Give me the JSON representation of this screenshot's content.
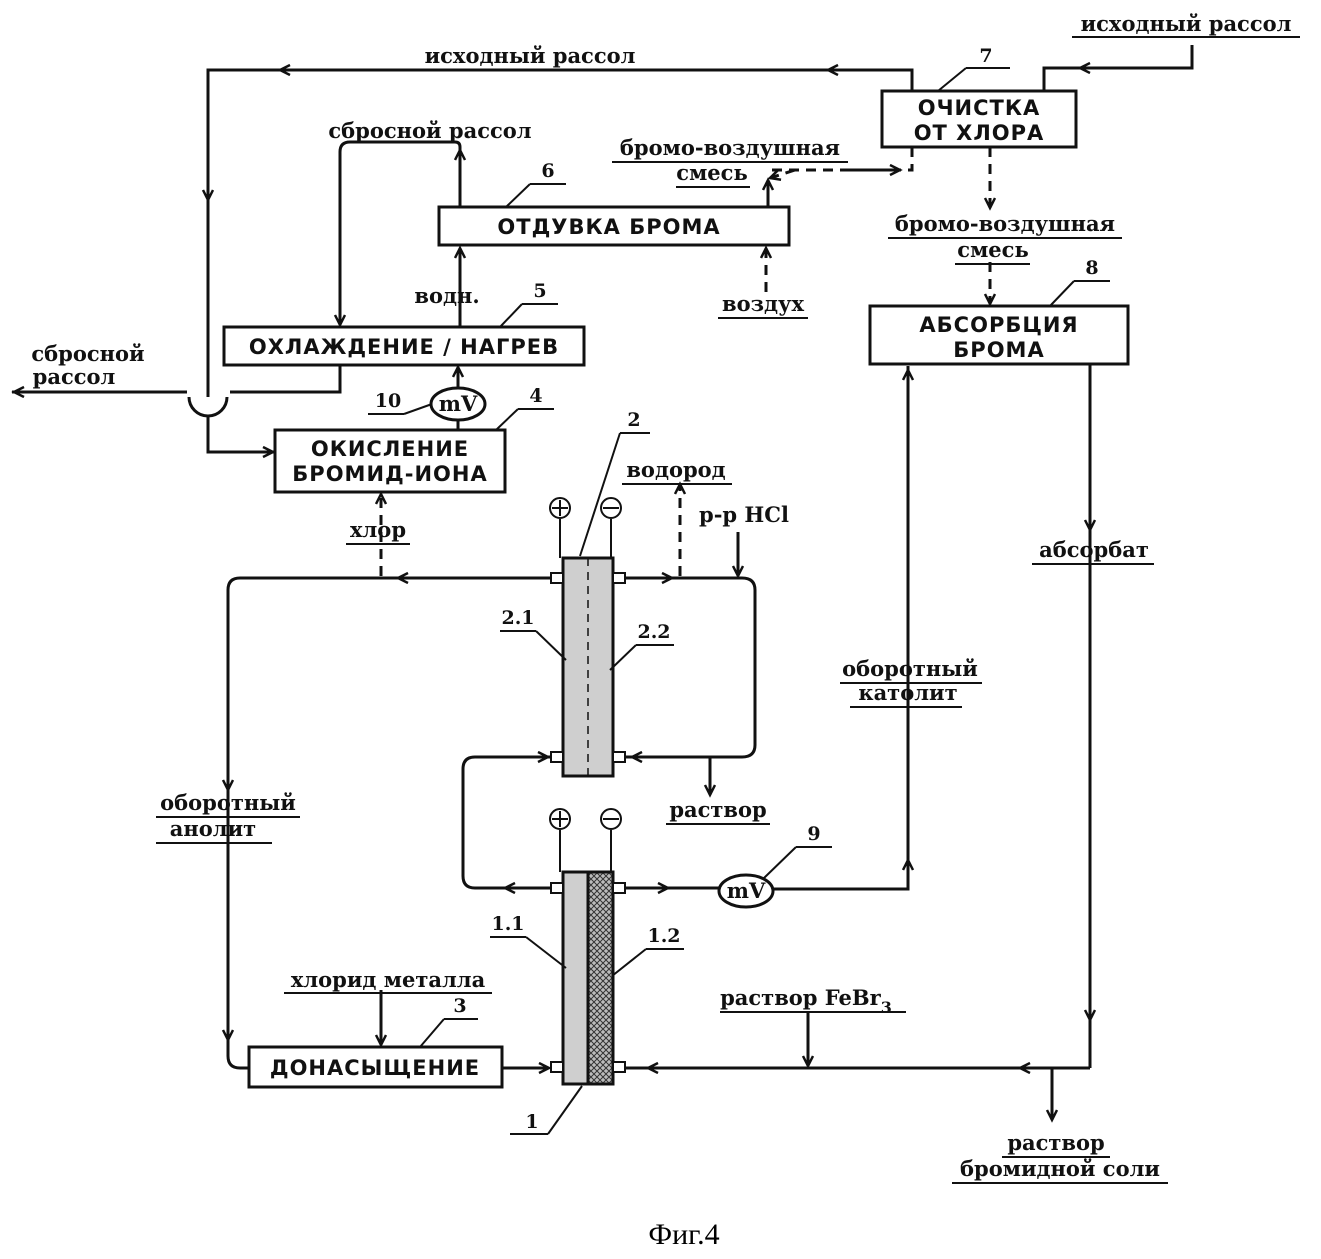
{
  "boxes": {
    "b1": "ДОНАСЫЩЕНИЕ",
    "b4_l1": "ОКИСЛЕНИЕ",
    "b4_l2": "БРОМИД-ИОНА",
    "b5": "ОХЛАЖДЕНИЕ / НАГРЕВ",
    "b6": "ОТДУВКА БРОМА",
    "b7_l1": "ОЧИСТКА",
    "b7_l2": "ОТ ХЛОРА",
    "b8_l1": "АБСОРБЦИЯ",
    "b8_l2": "БРОМА"
  },
  "numbers": {
    "n1": "1",
    "n2": "2",
    "n3": "3",
    "n4": "4",
    "n5": "5",
    "n6": "6",
    "n7": "7",
    "n8": "8",
    "n9": "9",
    "n10": "10",
    "n11": "1.1",
    "n12": "1.2",
    "n21": "2.1",
    "n22": "2.2"
  },
  "labels": {
    "brine_in_top": "исходный рассол",
    "brine_in_left": "исходный рассол",
    "waste_brine_top": "сбросной рассол",
    "waste_brine_left_l1": "сбросной",
    "waste_brine_left_l2": "рассол",
    "bromo_air_1_l1": "бромо-воздушная",
    "bromo_air_1_l2": "смесь",
    "bromo_air_2_l1": "бромо-воздушная",
    "bromo_air_2_l2": "смесь",
    "water": "водн.",
    "air": "воздух",
    "hydrogen": "водород",
    "hcl": "р-р HCl",
    "chlorine": "хлор",
    "solution": "раствор",
    "anolyte_l1": "оборотный",
    "anolyte_l2": "анолит",
    "catholyte_l1": "оборотный",
    "catholyte_l2": "католит",
    "absorbate": "абсорбат",
    "metal_chloride": "хлорид металла",
    "febr3": "раствор FeBr",
    "febr3_sub": "3",
    "bromide_l1": "раствор",
    "bromide_l2": "бромидной соли",
    "mv": "mV",
    "plus": "+",
    "minus": "−"
  },
  "caption": "Фиг.4"
}
